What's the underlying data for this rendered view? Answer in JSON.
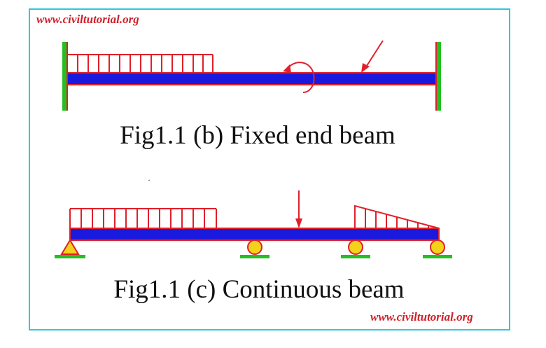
{
  "watermarks": {
    "top": "www.civiltutorial.org",
    "bottom": "www.civiltutorial.org"
  },
  "figures": [
    {
      "id": "fixed-end-beam",
      "caption": "Fig1.1 (b) Fixed end beam"
    },
    {
      "id": "continuous-beam",
      "caption": "Fig1.1 (c) Continuous beam"
    }
  ],
  "colors": {
    "border": "#2ec8e0",
    "beam": "#1a1adf",
    "load": "#e0202a",
    "support": "#22c022",
    "support_pin": "#f2d21a",
    "watermark": "#d0202a"
  }
}
